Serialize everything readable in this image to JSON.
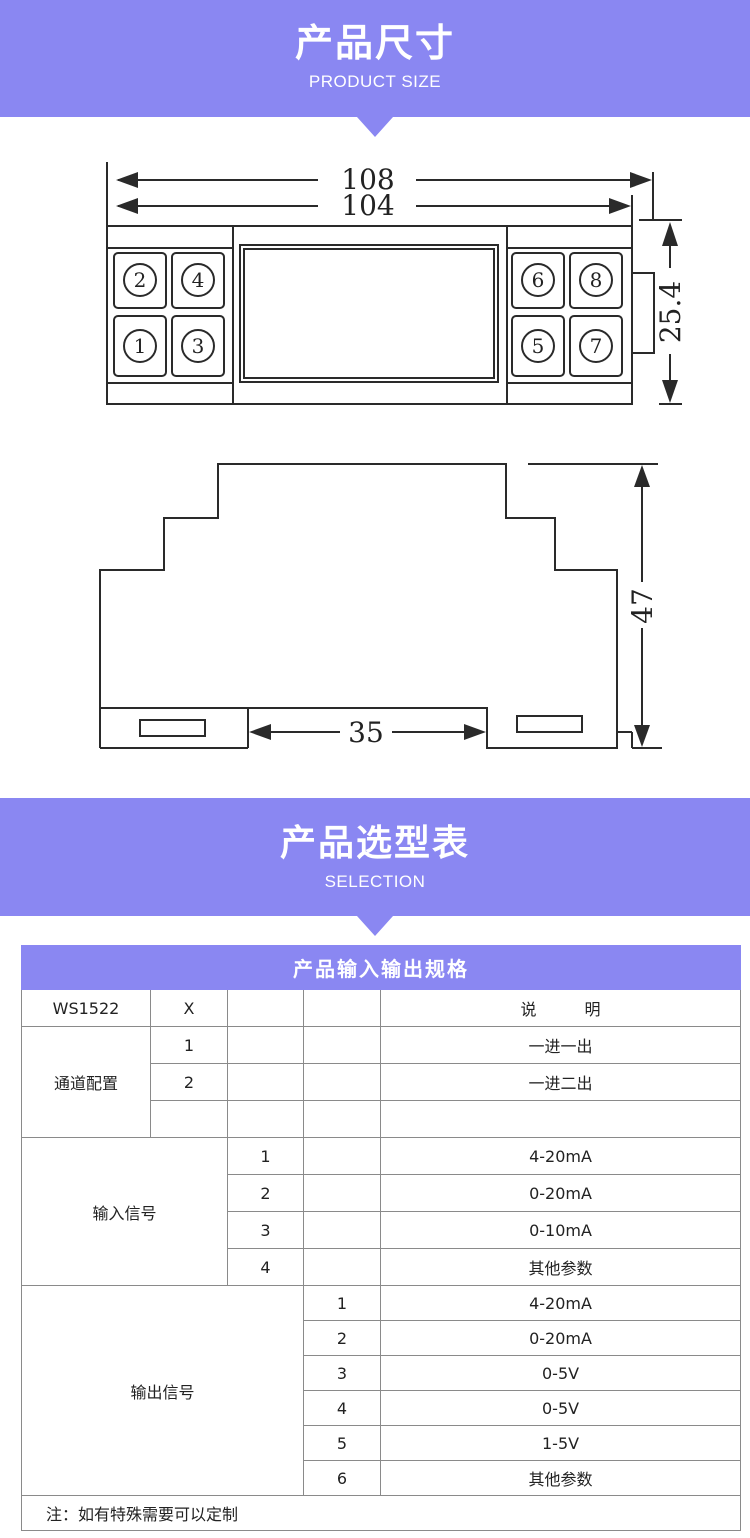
{
  "size_section": {
    "title": "产品尺寸",
    "subtitle": "PRODUCT SIZE"
  },
  "drawing": {
    "dimensions": {
      "overall_length": "108",
      "body_length": "104",
      "height_front": "25.4",
      "height_side": "47",
      "rail_width": "35"
    },
    "terminals_left": [
      "2",
      "4",
      "1",
      "3"
    ],
    "terminals_right": [
      "6",
      "8",
      "5",
      "7"
    ]
  },
  "selection_section": {
    "title": "产品选型表",
    "subtitle": "SELECTION"
  },
  "table": {
    "title": "产品输入输出规格",
    "header": {
      "model": "WS1522",
      "x": "X",
      "desc": "说　　　明"
    },
    "channel": {
      "label": "通道配置",
      "rows": [
        {
          "code": "1",
          "desc": "一进一出"
        },
        {
          "code": "2",
          "desc": "一进二出"
        }
      ]
    },
    "input": {
      "label": "输入信号",
      "rows": [
        {
          "code": "1",
          "desc": "4-20mA"
        },
        {
          "code": "2",
          "desc": "0-20mA"
        },
        {
          "code": "3",
          "desc": "0-10mA"
        },
        {
          "code": "4",
          "desc": "其他参数"
        }
      ]
    },
    "output": {
      "label": "输出信号",
      "rows": [
        {
          "code": "1",
          "desc": "4-20mA"
        },
        {
          "code": "2",
          "desc": "0-20mA"
        },
        {
          "code": "3",
          "desc": "0-5V"
        },
        {
          "code": "4",
          "desc": "0-5V"
        },
        {
          "code": "5",
          "desc": "1-5V"
        },
        {
          "code": "6",
          "desc": "其他参数"
        }
      ]
    },
    "note": "注：如有特殊需要可以定制"
  },
  "colors": {
    "accent": "#8a87f2",
    "line": "#2a2a2a"
  }
}
